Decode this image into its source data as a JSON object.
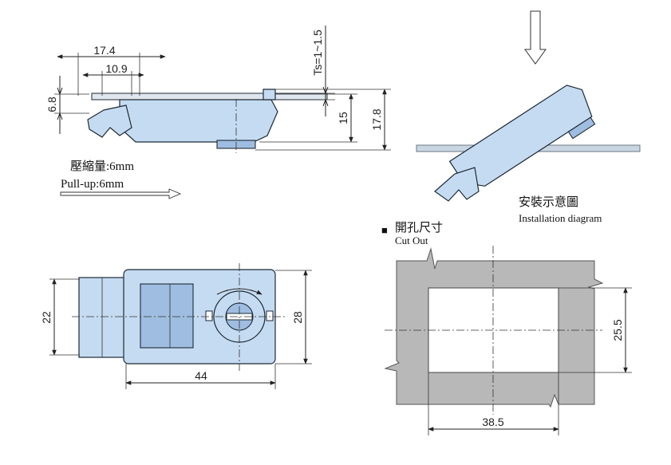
{
  "side_view": {
    "dim_top_outer": "17.4",
    "dim_top_inner": "10.9",
    "dim_thickness": "Ts=1~1.5",
    "dim_left": "6.8",
    "dim_mid": "15",
    "dim_right": "17.8",
    "compression_label": "壓縮量:6mm",
    "pullup_label": "Pull-up:6mm"
  },
  "installation": {
    "label_zh": "安裝示意圖",
    "label_en": "Installation diagram"
  },
  "front_view": {
    "dim_height_left": "22",
    "dim_height_right": "28",
    "dim_width": "44"
  },
  "cutout": {
    "marker": "■",
    "label_zh": "開孔尺寸",
    "label_en": "Cut Out",
    "dim_height": "25.5",
    "dim_width": "38.5"
  },
  "colors": {
    "part_fill": "#c5dbf1",
    "panel_fill": "#b8b8b8",
    "line": "#222222"
  }
}
